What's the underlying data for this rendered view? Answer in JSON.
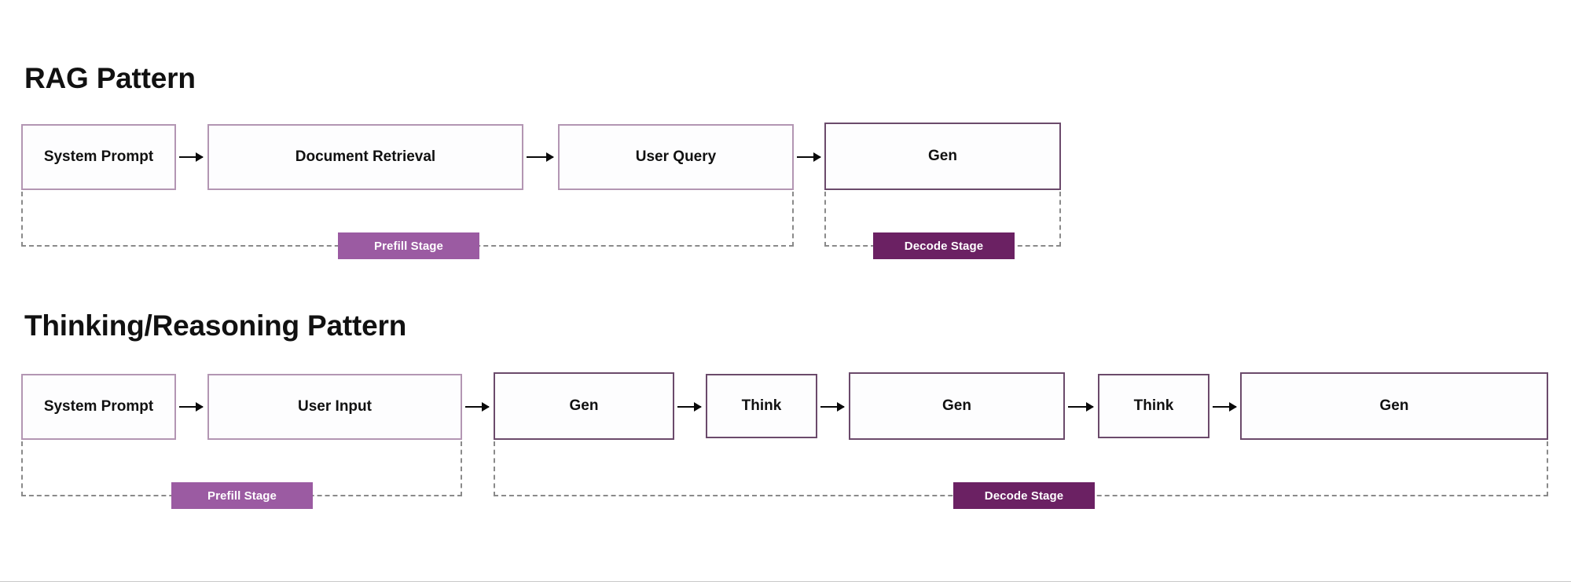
{
  "page": {
    "background": "#ffffff",
    "bottom_rule_color": "#c9c9c9"
  },
  "palette": {
    "box_border_light": "#b396b3",
    "box_border_dark": "#6b4a6b",
    "prefill_badge": "#9b5ba2",
    "decode_badge": "#6b2163",
    "bracket_dash": "#8a8a8a",
    "arrow": "#0a0a0a",
    "title_text": "#111111",
    "badge_text": "#ffffff"
  },
  "sections": [
    {
      "id": "rag",
      "title": "RAG Pattern",
      "nodes": [
        {
          "label": "System Prompt",
          "border": "light"
        },
        {
          "label": "Document Retrieval",
          "border": "light"
        },
        {
          "label": "User Query",
          "border": "light"
        },
        {
          "label": "Gen",
          "border": "dark"
        }
      ],
      "stages": [
        {
          "label": "Prefill Stage",
          "kind": "prefill",
          "covers": [
            "System Prompt",
            "Document Retrieval",
            "User Query"
          ]
        },
        {
          "label": "Decode Stage",
          "kind": "decode",
          "covers": [
            "Gen"
          ]
        }
      ],
      "arrow_count": 3
    },
    {
      "id": "thinking",
      "title": "Thinking/Reasoning  Pattern",
      "nodes": [
        {
          "label": "System Prompt",
          "border": "light"
        },
        {
          "label": "User Input",
          "border": "light"
        },
        {
          "label": "Gen",
          "border": "dark"
        },
        {
          "label": "Think",
          "border": "dark"
        },
        {
          "label": "Gen",
          "border": "dark"
        },
        {
          "label": "Think",
          "border": "dark"
        },
        {
          "label": "Gen",
          "border": "dark"
        }
      ],
      "stages": [
        {
          "label": "Prefill Stage",
          "kind": "prefill",
          "covers": [
            "System Prompt",
            "User Input"
          ]
        },
        {
          "label": "Decode Stage",
          "kind": "decode",
          "covers": [
            "Gen",
            "Think",
            "Gen",
            "Think",
            "Gen"
          ]
        }
      ],
      "arrow_count": 6
    }
  ]
}
